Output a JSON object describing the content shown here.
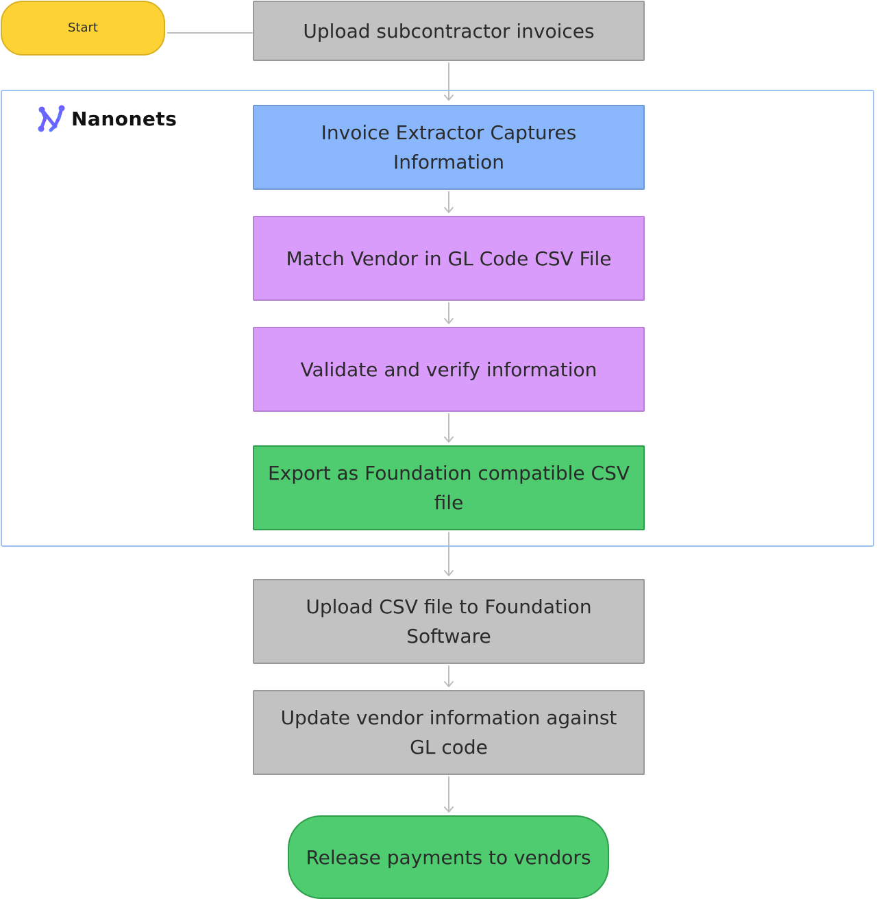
{
  "diagram": {
    "start": {
      "label": "Start",
      "color": "#fdd235"
    },
    "group": {
      "brand_name": "Nanonets",
      "brand_icon": "nanonets-logo-icon",
      "frame_color": "#9ec3f2"
    },
    "steps": [
      {
        "id": "upload",
        "label": "Upload subcontractor invoices",
        "color": "#c2c2c2"
      },
      {
        "id": "extract",
        "label": "Invoice Extractor Captures Information",
        "color": "#8ab6fb"
      },
      {
        "id": "match",
        "label": "Match Vendor in GL Code CSV File",
        "color": "#da9cfb"
      },
      {
        "id": "validate",
        "label": "Validate and verify information",
        "color": "#da9cfb"
      },
      {
        "id": "export",
        "label": "Export as Foundation compatible CSV file",
        "color": "#4fcc70"
      },
      {
        "id": "csv",
        "label": "Upload CSV file to Foundation Software",
        "color": "#c2c2c2"
      },
      {
        "id": "update",
        "label": "Update vendor information against GL code",
        "color": "#c2c2c2"
      }
    ],
    "end": {
      "label": "Release payments to vendors",
      "color": "#4fcc70"
    },
    "connector_color": "#bdbdbd"
  }
}
